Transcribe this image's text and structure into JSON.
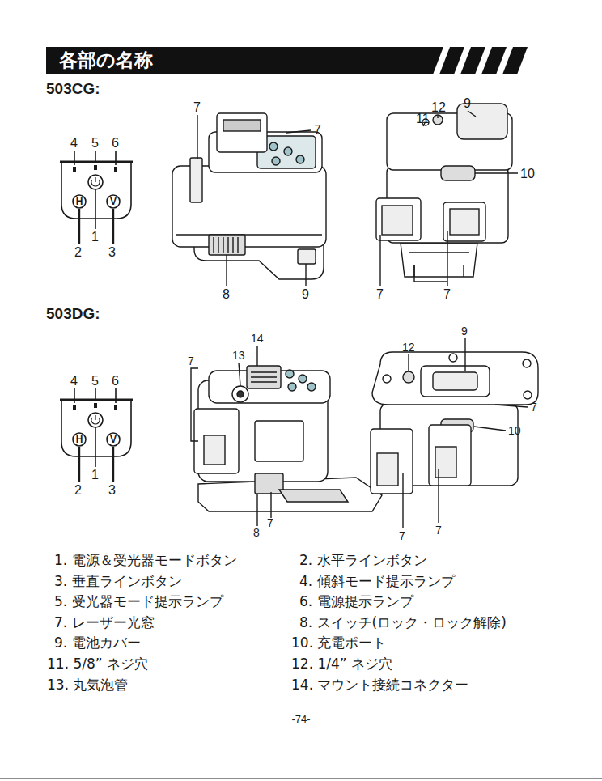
{
  "diagram": {
    "title": "各部の名称",
    "nodes": [
      {
        "text": [
          "H"
        ]
      },
      {
        "text": [
          "V"
        ]
      },
      {
        "text": [
          "H"
        ]
      },
      {
        "text": [
          "V"
        ]
      }
    ],
    "labels": [
      "503CG:",
      "4",
      "5",
      "6",
      "1",
      "2",
      "3",
      "7",
      "7",
      "8",
      "9",
      "11",
      "12",
      "9",
      "10",
      "7",
      "7",
      "503DG:",
      "4",
      "5",
      "6",
      "1",
      "2",
      "3",
      "14",
      "13",
      "7",
      "8",
      "7",
      "12",
      "9",
      "7",
      "10",
      "7",
      "7",
      "1. 電源＆受光器モードボタン",
      "2. 水平ラインボタン",
      "3. 垂直ラインボタン",
      "4. 傾斜モード提示ランプ",
      "5. 受光器モード提示ランプ",
      "6. 電源提示ランプ",
      "7. レーザー光窓",
      "8. スイッチ(ロック・ロック解除)",
      "9. 電池カバー",
      "10. 充電ポート",
      "11. 5/8” ネジ穴",
      "12. 1/4” ネジ穴",
      "13. 丸気泡管",
      "14. マウント接続コネクター",
      "-74-"
    ]
  }
}
